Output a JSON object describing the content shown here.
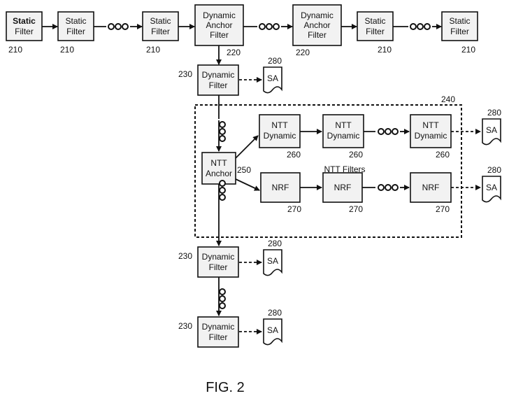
{
  "figure_label": "FIG. 2",
  "region_label": "NTT Filters",
  "region_ref": "240",
  "sa_label": "SA",
  "sa_ref": "280",
  "top_row": [
    {
      "line1": "Static",
      "line2": "Filter",
      "ref": "210"
    },
    {
      "line1": "Static",
      "line2": "Filter",
      "ref": "210"
    },
    {
      "line1": "Static",
      "line2": "Filter",
      "ref": "210"
    },
    {
      "line1": "Dynamic",
      "line2": "Anchor",
      "line3": "Filter",
      "ref": "220"
    },
    {
      "line1": "Dynamic",
      "line2": "Anchor",
      "line3": "Filter",
      "ref": "220"
    },
    {
      "line1": "Static",
      "line2": "Filter",
      "ref": "210"
    },
    {
      "line1": "Static",
      "line2": "Filter",
      "ref": "210"
    }
  ],
  "dynamic_filters": [
    {
      "line1": "Dynamic",
      "line2": "Filter",
      "ref": "230"
    },
    {
      "line1": "Dynamic",
      "line2": "Filter",
      "ref": "230"
    },
    {
      "line1": "Dynamic",
      "line2": "Filter",
      "ref": "230"
    }
  ],
  "ntt_anchor": {
    "line1": "NTT",
    "line2": "Anchor",
    "ref": "250"
  },
  "ntt_dynamic": [
    {
      "line1": "NTT",
      "line2": "Dynamic",
      "ref": "260"
    },
    {
      "line1": "NTT",
      "line2": "Dynamic",
      "ref": "260"
    },
    {
      "line1": "NTT",
      "line2": "Dynamic",
      "ref": "260"
    }
  ],
  "nrf": [
    {
      "line1": "NRF",
      "ref": "270"
    },
    {
      "line1": "NRF",
      "ref": "270"
    },
    {
      "line1": "NRF",
      "ref": "270"
    }
  ]
}
